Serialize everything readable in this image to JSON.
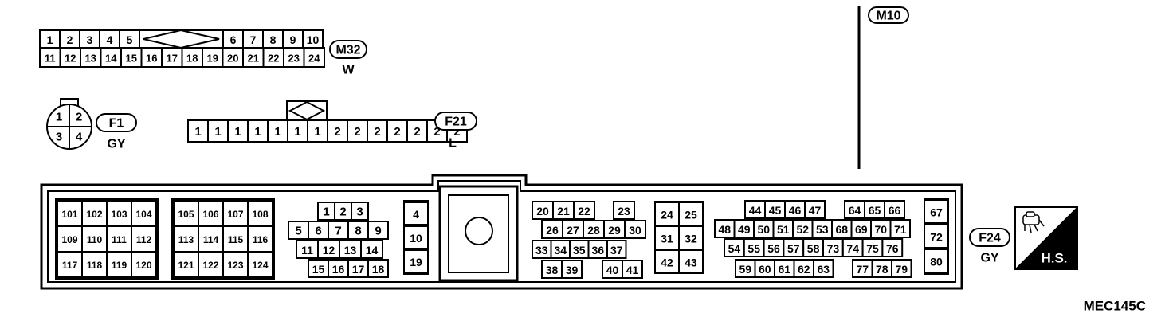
{
  "connectors": {
    "m32": {
      "id": "M32",
      "color": "W",
      "row1": [
        "1",
        "2",
        "3",
        "4",
        "5",
        "6",
        "7",
        "8",
        "9",
        "10"
      ],
      "row2": [
        "11",
        "12",
        "13",
        "14",
        "15",
        "16",
        "17",
        "18",
        "19",
        "20",
        "21",
        "22",
        "23",
        "24"
      ]
    },
    "f1": {
      "id": "F1",
      "color": "GY",
      "pins": [
        "1",
        "2",
        "3",
        "4"
      ]
    },
    "f21": {
      "id": "F21",
      "color": "L",
      "pins": [
        "1",
        "1",
        "1",
        "1",
        "1",
        "1",
        "1",
        "2",
        "2",
        "2",
        "2",
        "2",
        "2",
        "2"
      ]
    },
    "m10": {
      "id": "M10"
    },
    "f24": {
      "id": "F24",
      "color": "GY",
      "group_a": [
        "101",
        "102",
        "103",
        "104",
        "109",
        "110",
        "111",
        "112",
        "117",
        "118",
        "119",
        "120"
      ],
      "group_b": [
        "105",
        "106",
        "107",
        "108",
        "113",
        "114",
        "115",
        "116",
        "121",
        "122",
        "123",
        "124"
      ],
      "group_c": {
        "row1": [
          "1",
          "2",
          "3"
        ],
        "row2": [
          "5",
          "6",
          "7",
          "8",
          "9"
        ],
        "row3": [
          "11",
          "12",
          "13",
          "14"
        ],
        "row4": [
          "15",
          "16",
          "17",
          "18"
        ]
      },
      "group_d": [
        "4",
        "10",
        "19"
      ],
      "group_e": {
        "row1a": [
          "20",
          "21",
          "22"
        ],
        "row1b": [
          "23"
        ],
        "row2": [
          "26",
          "27",
          "28",
          "29",
          "30"
        ],
        "row3": [
          "33",
          "34",
          "35",
          "36",
          "37"
        ],
        "row4a": [
          "38",
          "39"
        ],
        "row4b": [
          "40",
          "41"
        ]
      },
      "group_f": [
        "24",
        "25",
        "31",
        "32",
        "42",
        "43"
      ],
      "group_g": {
        "row1a": [
          "44",
          "45",
          "46",
          "47"
        ],
        "row1b": [
          "64",
          "65",
          "66"
        ],
        "row2": [
          "48",
          "49",
          "50",
          "51",
          "52",
          "53",
          "68",
          "69",
          "70",
          "71"
        ],
        "row3": [
          "54",
          "55",
          "56",
          "57",
          "58",
          "73",
          "74",
          "75",
          "76"
        ],
        "row4a": [
          "59",
          "60",
          "61",
          "62",
          "63"
        ],
        "row4b": [
          "77",
          "78",
          "79"
        ]
      },
      "group_h": [
        "67",
        "72",
        "80"
      ]
    }
  },
  "hs_symbol": {
    "text": "H.S.",
    "icon": "harness-side-icon"
  },
  "figure_code": "MEC145C"
}
